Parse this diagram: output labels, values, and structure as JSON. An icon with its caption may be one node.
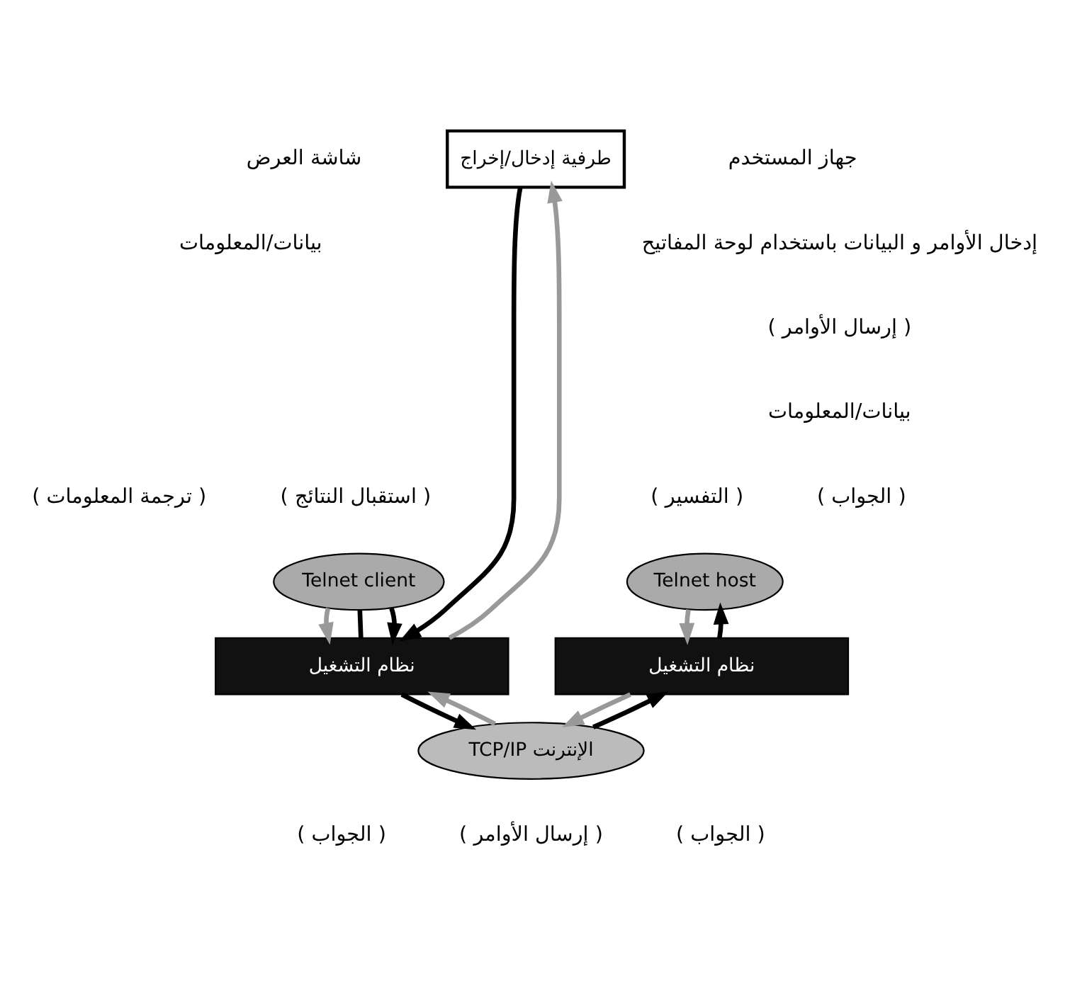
{
  "diagram": {
    "nodes": [
      {
        "text": [
          "طرفية إدخال/إخراج"
        ]
      },
      {
        "text": [
          "Telnet client"
        ]
      },
      {
        "text": [
          "نظام التشغيل"
        ]
      },
      {
        "text": [
          "Telnet host"
        ]
      },
      {
        "text": [
          "نظام التشغيل"
        ]
      },
      {
        "text": [
          "TCP/IP الإنترنت"
        ]
      }
    ],
    "edges": [
      {
        "from": 0,
        "to": 2,
        "arrow": "to"
      },
      {
        "from": 2,
        "to": 0,
        "arrow": "to",
        "color": "#999999"
      },
      {
        "from": 1,
        "to": 2,
        "arrow": "to",
        "color": "#999999"
      },
      {
        "from": 2,
        "to": 1,
        "arrow": "none"
      },
      {
        "from": 1,
        "to": 2,
        "arrow": "to"
      },
      {
        "from": 2,
        "to": 5,
        "arrow": "to"
      },
      {
        "from": 5,
        "to": 4,
        "arrow": "to"
      },
      {
        "from": 4,
        "to": 3,
        "arrow": "to"
      },
      {
        "from": 3,
        "to": 4,
        "arrow": "to",
        "color": "#999999"
      },
      {
        "from": 4,
        "to": 5,
        "arrow": "to",
        "color": "#999999"
      },
      {
        "from": 5,
        "to": 2,
        "arrow": "to",
        "color": "#999999"
      }
    ],
    "labels": [
      "شاشة العرض",
      "جهاز المستخدم",
      "بيانات/المعلومات",
      "إدخال الأوامر و البيانات باستخدام لوحة المفاتيح",
      "( إرسال الأوامر )",
      "بيانات/المعلومات",
      "( ترجمة المعلومات )",
      "( استقبال النتائج )",
      "( التفسير )",
      "( الجواب )",
      "( الجواب )",
      "( إرسال الأوامر )",
      "( الجواب )"
    ]
  }
}
